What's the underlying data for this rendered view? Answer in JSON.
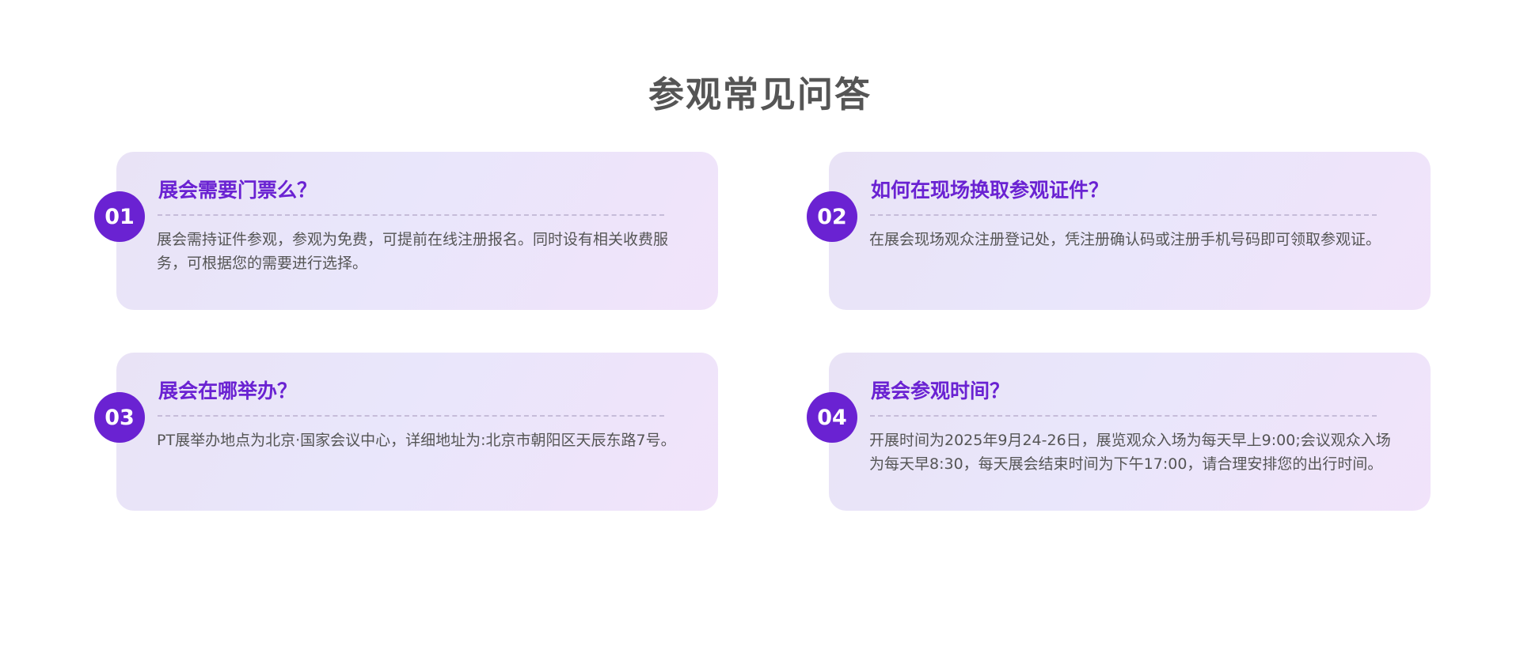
{
  "page": {
    "title": "参观常见问答"
  },
  "faq": [
    {
      "number": "01",
      "question": "展会需要门票么？",
      "answer": "展会需持证件参观，参观为免费，可提前在线注册报名。同时设有相关收费服务，可根据您的需要进行选择。"
    },
    {
      "number": "02",
      "question": "如何在现场换取参观证件？",
      "answer": "在展会现场观众注册登记处，凭注册确认码或注册手机号码即可领取参观证。"
    },
    {
      "number": "03",
      "question": "展会在哪举办？",
      "answer": "PT展举办地点为北京·国家会议中心，详细地址为:北京市朝阳区天辰东路7号。"
    },
    {
      "number": "04",
      "question": "展会参观时间？",
      "answer": "开展时间为2025年9月24-26日，展览观众入场为每天早上9:00;会议观众入场为每天早8:30，每天展会结束时间为下午17:00，请合理安排您的出行时间。"
    }
  ],
  "colors": {
    "accent": "#6a22d2",
    "title": "#555555",
    "text": "#555555",
    "card_start": "#e9e3f6",
    "card_end": "#f1e3fa"
  }
}
